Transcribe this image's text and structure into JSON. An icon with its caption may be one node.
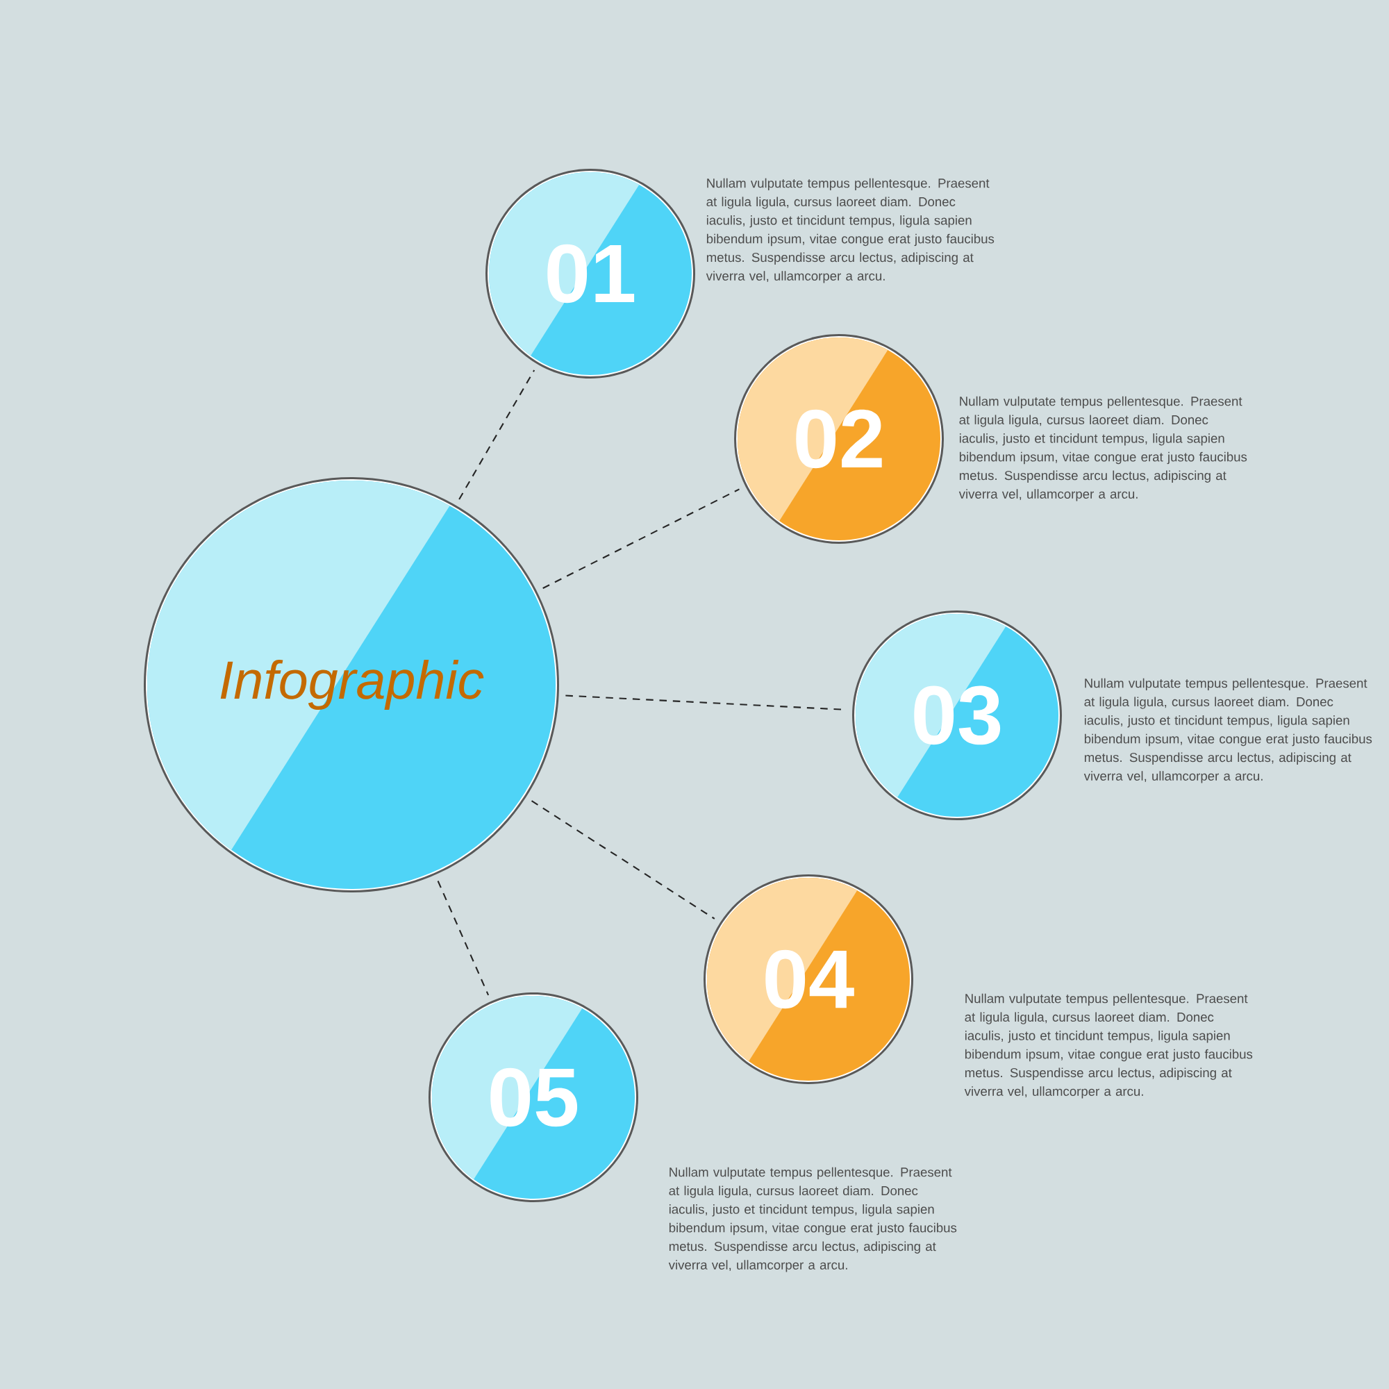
{
  "diagram": {
    "nodes": [
      {
        "text": [
          "Infographic"
        ]
      },
      {
        "text": [
          "01"
        ],
        "beside": [
          "Nullam vulputate tempus pellentesque. Praesent at ligula ligula, cursus laoreet diam. Donec iaculis, justo et tincidunt tempus, ligula sapien bibendum ipsum, vitae congue erat justo faucibus metus. Suspendisse arcu lectus, adipiscing at viverra vel, ullamcorper a arcu."
        ]
      },
      {
        "text": [
          "02"
        ],
        "beside": [
          "Nullam vulputate tempus pellentesque. Praesent at ligula ligula, cursus laoreet diam. Donec iaculis, justo et tincidunt tempus, ligula sapien bibendum ipsum, vitae congue erat justo faucibus metus. Suspendisse arcu lectus, adipiscing at viverra vel, ullamcorper a arcu."
        ]
      },
      {
        "text": [
          "03"
        ],
        "beside": [
          "Nullam vulputate tempus pellentesque. Praesent at ligula ligula, cursus laoreet diam. Donec iaculis, justo et tincidunt tempus, ligula sapien bibendum ipsum, vitae congue erat justo faucibus metus. Suspendisse arcu lectus, adipiscing at viverra vel, ullamcorper a arcu."
        ]
      },
      {
        "text": [
          "04"
        ],
        "beside": [
          "Nullam vulputate tempus pellentesque. Praesent at ligula ligula, cursus laoreet diam. Donec iaculis, justo et tincidunt tempus, ligula sapien bibendum ipsum, vitae congue erat justo faucibus metus. Suspendisse arcu lectus, adipiscing at viverra vel, ullamcorper a arcu."
        ]
      },
      {
        "text": [
          "05"
        ],
        "beside": [
          "Nullam vulputate tempus pellentesque. Praesent at ligula ligula, cursus laoreet diam. Donec iaculis, justo et tincidunt tempus, ligula sapien bibendum ipsum, vitae congue erat justo faucibus metus. Suspendisse arcu lectus, adipiscing at viverra vel, ullamcorper a arcu."
        ]
      }
    ],
    "edges": [
      {
        "from": 0,
        "to": 1,
        "arrow": "none",
        "style": "dashed"
      },
      {
        "from": 0,
        "to": 2,
        "arrow": "none",
        "style": "dashed"
      },
      {
        "from": 0,
        "to": 3,
        "arrow": "none",
        "style": "dashed"
      },
      {
        "from": 0,
        "to": 4,
        "arrow": "none",
        "style": "dashed"
      },
      {
        "from": 0,
        "to": 5,
        "arrow": "none",
        "style": "dashed"
      }
    ]
  }
}
